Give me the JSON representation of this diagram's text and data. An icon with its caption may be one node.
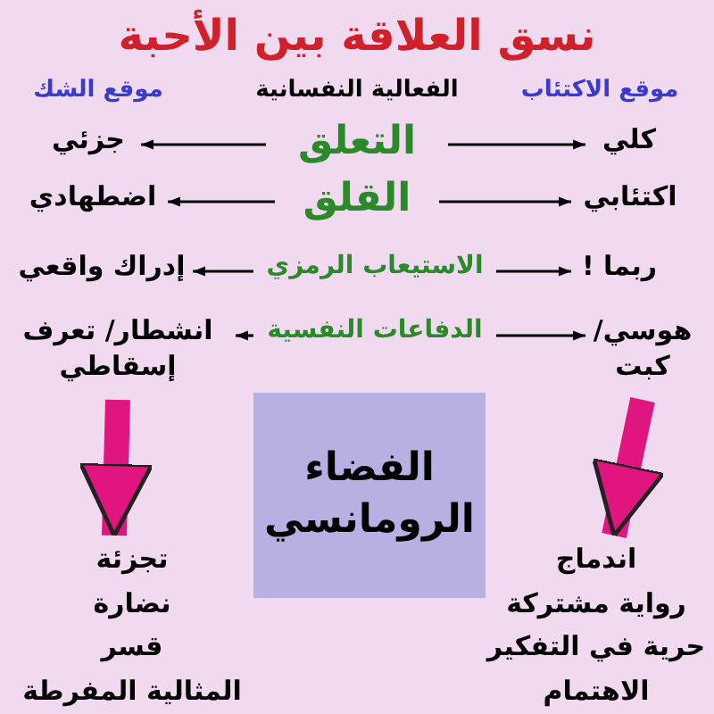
{
  "diagram": {
    "title": "نسق العلاقة بين الأحبة",
    "nodes": [
      {
        "text": [
          "التعلق"
        ]
      },
      {
        "text": [
          "كلي"
        ]
      },
      {
        "text": [
          "جزئي"
        ]
      },
      {
        "text": [
          "القلق"
        ]
      },
      {
        "text": [
          "اكتئابي"
        ]
      },
      {
        "text": [
          "اضطهادي"
        ]
      },
      {
        "text": [
          "الاستيعاب الرمزي"
        ]
      },
      {
        "text": [
          "ربما !"
        ]
      },
      {
        "text": [
          "إدراك واقعي"
        ]
      },
      {
        "text": [
          "الدفاعات النفسية"
        ]
      },
      {
        "text": [
          "هوسي/ كبت"
        ]
      },
      {
        "text": [
          "انشطار/ تعرف إسقاطي"
        ]
      },
      {
        "text": [
          "اندماج",
          "رواية مشتركة",
          "حرية في التفكير",
          "الاهتمام"
        ]
      },
      {
        "text": [
          "تجزئة",
          "نضارة",
          "قسر",
          "المثالية المفرطة"
        ]
      },
      {
        "text": [
          "الفضاء الرومانسي"
        ]
      }
    ],
    "edges": [
      {
        "from": 0,
        "to": 1,
        "arrow": "to"
      },
      {
        "from": 0,
        "to": 2,
        "arrow": "to"
      },
      {
        "from": 3,
        "to": 4,
        "arrow": "to"
      },
      {
        "from": 3,
        "to": 5,
        "arrow": "to"
      },
      {
        "from": 6,
        "to": 7,
        "arrow": "to"
      },
      {
        "from": 6,
        "to": 8,
        "arrow": "to"
      },
      {
        "from": 9,
        "to": 10,
        "arrow": "to"
      },
      {
        "from": 9,
        "to": 11,
        "arrow": "to"
      },
      {
        "from": 10,
        "to": 12,
        "arrow": "to",
        "style": "thick",
        "color": "#e0157f"
      },
      {
        "from": 11,
        "to": 13,
        "arrow": "to",
        "style": "thick",
        "color": "#e0157f"
      }
    ],
    "labels": [
      "موقع الاكتئاب",
      "الفعالية النفسانية",
      "موقع الشك"
    ]
  }
}
